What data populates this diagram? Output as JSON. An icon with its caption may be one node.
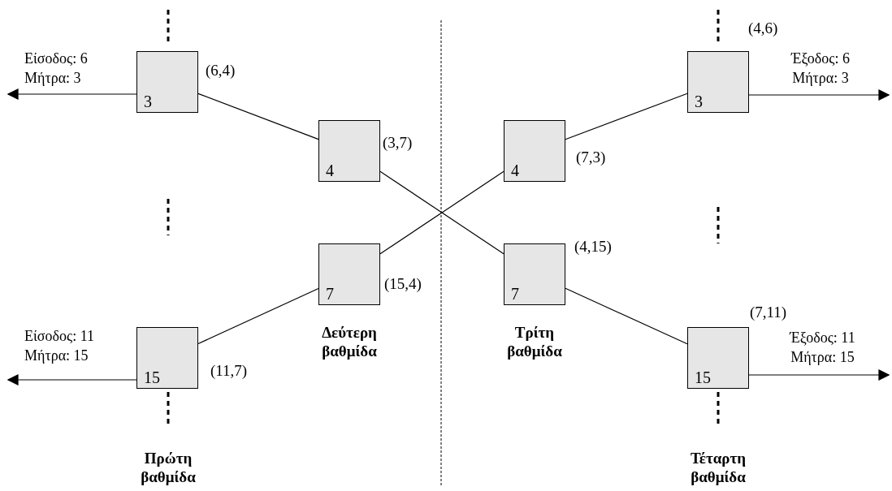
{
  "diagram": {
    "nodes": [
      {
        "text": [
          "3"
        ],
        "beside": [
          "(6,4)"
        ]
      },
      {
        "text": [
          "4"
        ],
        "beside": [
          "(3,7)"
        ]
      },
      {
        "text": [
          "7"
        ],
        "beside": [
          "(15,4)"
        ]
      },
      {
        "text": [
          "15"
        ],
        "beside": [
          "(11,7)"
        ]
      },
      {
        "text": [
          "4"
        ],
        "beside": [
          "(7,3)"
        ]
      },
      {
        "text": [
          "7"
        ],
        "beside": [
          "(4,15)"
        ]
      },
      {
        "text": [
          "3"
        ],
        "beside": [
          "(4,6)"
        ]
      },
      {
        "text": [
          "15"
        ],
        "beside": [
          "(7,11)"
        ]
      }
    ],
    "edges": [
      {
        "from": 0,
        "to": 1,
        "arrow": "none"
      },
      {
        "from": 1,
        "to": 5,
        "arrow": "none"
      },
      {
        "from": 2,
        "to": 4,
        "arrow": "none"
      },
      {
        "from": 3,
        "to": 2,
        "arrow": "none"
      },
      {
        "from": 4,
        "to": 6,
        "arrow": "none"
      },
      {
        "from": 5,
        "to": 7,
        "arrow": "none"
      },
      {
        "from": 0,
        "to": null,
        "arrow": "to",
        "label": "Είσοδος: 6 Μήτρα: 3"
      },
      {
        "from": 3,
        "to": null,
        "arrow": "to",
        "label": "Είσοδος: 11 Μήτρα: 15"
      },
      {
        "from": 6,
        "to": null,
        "arrow": "to",
        "label": "Έξοδος: 6 Μήτρα: 3"
      },
      {
        "from": 7,
        "to": null,
        "arrow": "to",
        "label": "Έξοδος: 11 Μήτρα: 15"
      }
    ],
    "labels": [
      "Δεύτερη βαθμίδα",
      "Τρίτη βαθμίδα",
      "Πρώτη βαθμίδα",
      "Τέταρτη βαθμίδα"
    ]
  }
}
